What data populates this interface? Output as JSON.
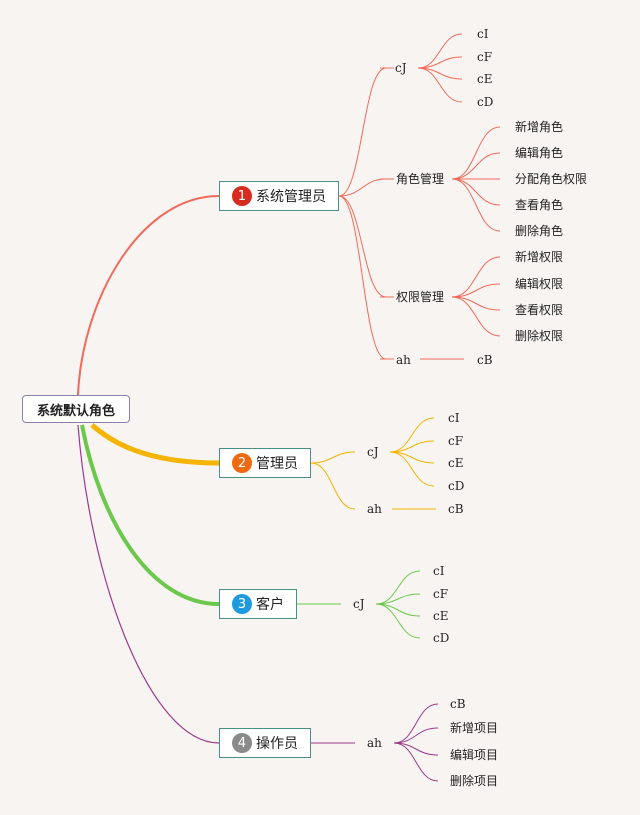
{
  "root": {
    "label": "系统默认角色"
  },
  "branches": [
    {
      "num": "1",
      "label": "系统管理员",
      "color": "#f26a5a",
      "children": [
        {
          "label": "cJ",
          "children": [
            "cI",
            "cF",
            "cE",
            "cD"
          ]
        },
        {
          "label": "角色管理",
          "children": [
            "新增角色",
            "编辑角色",
            "分配角色权限",
            "查看角色",
            "删除角色"
          ]
        },
        {
          "label": "权限管理",
          "children": [
            "新增权限",
            "编辑权限",
            "查看权限",
            "删除权限"
          ]
        },
        {
          "label": "ah",
          "children": [
            "cB"
          ]
        }
      ]
    },
    {
      "num": "2",
      "label": "管理员",
      "color": "#f5b400",
      "children": [
        {
          "label": "cJ",
          "children": [
            "cI",
            "cF",
            "cE",
            "cD"
          ]
        },
        {
          "label": "ah",
          "children": [
            "cB"
          ]
        }
      ]
    },
    {
      "num": "3",
      "label": "客户",
      "color": "#6cc84c",
      "children": [
        {
          "label": "cJ",
          "children": [
            "cI",
            "cF",
            "cE",
            "cD"
          ]
        }
      ]
    },
    {
      "num": "4",
      "label": "操作员",
      "color": "#9b3a8a",
      "children": [
        {
          "label": "ah",
          "children": [
            "cB",
            "新增项目",
            "编辑项目",
            "删除项目"
          ]
        }
      ]
    }
  ],
  "badge_colors": [
    "#d62d20",
    "#ee6a10",
    "#1e9be0",
    "#8a8a8a"
  ]
}
